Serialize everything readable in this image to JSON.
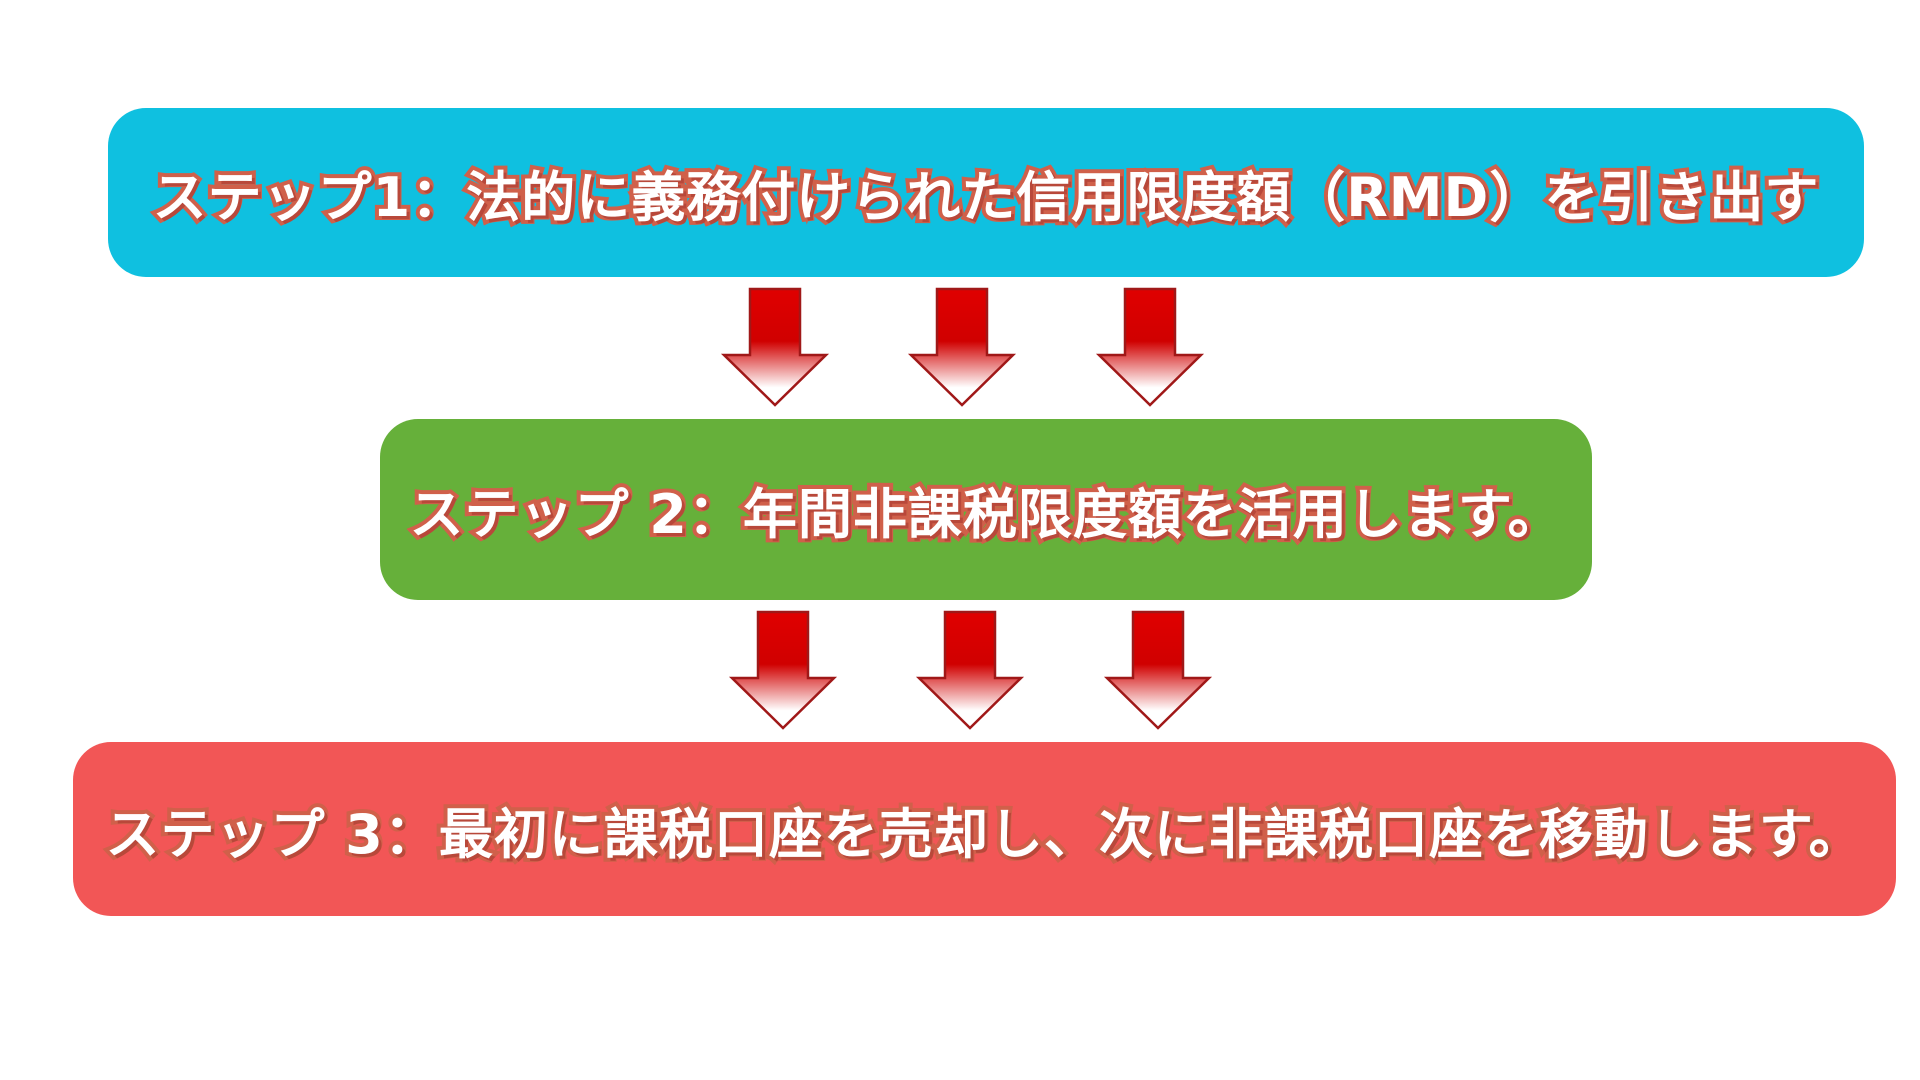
{
  "steps": [
    {
      "label": "ステップ1：法的に義務付けられた信用限度額（RMD）を引き出す",
      "color": "#0fc0e0"
    },
    {
      "label": "ステップ 2：年間非課税限度額を活用します。",
      "color": "#66b03a"
    },
    {
      "label": "ステップ 3：最初に課税口座を売却し、次に非課税口座を移動します。",
      "color": "#f25656"
    }
  ],
  "arrow_color": "#e00000"
}
